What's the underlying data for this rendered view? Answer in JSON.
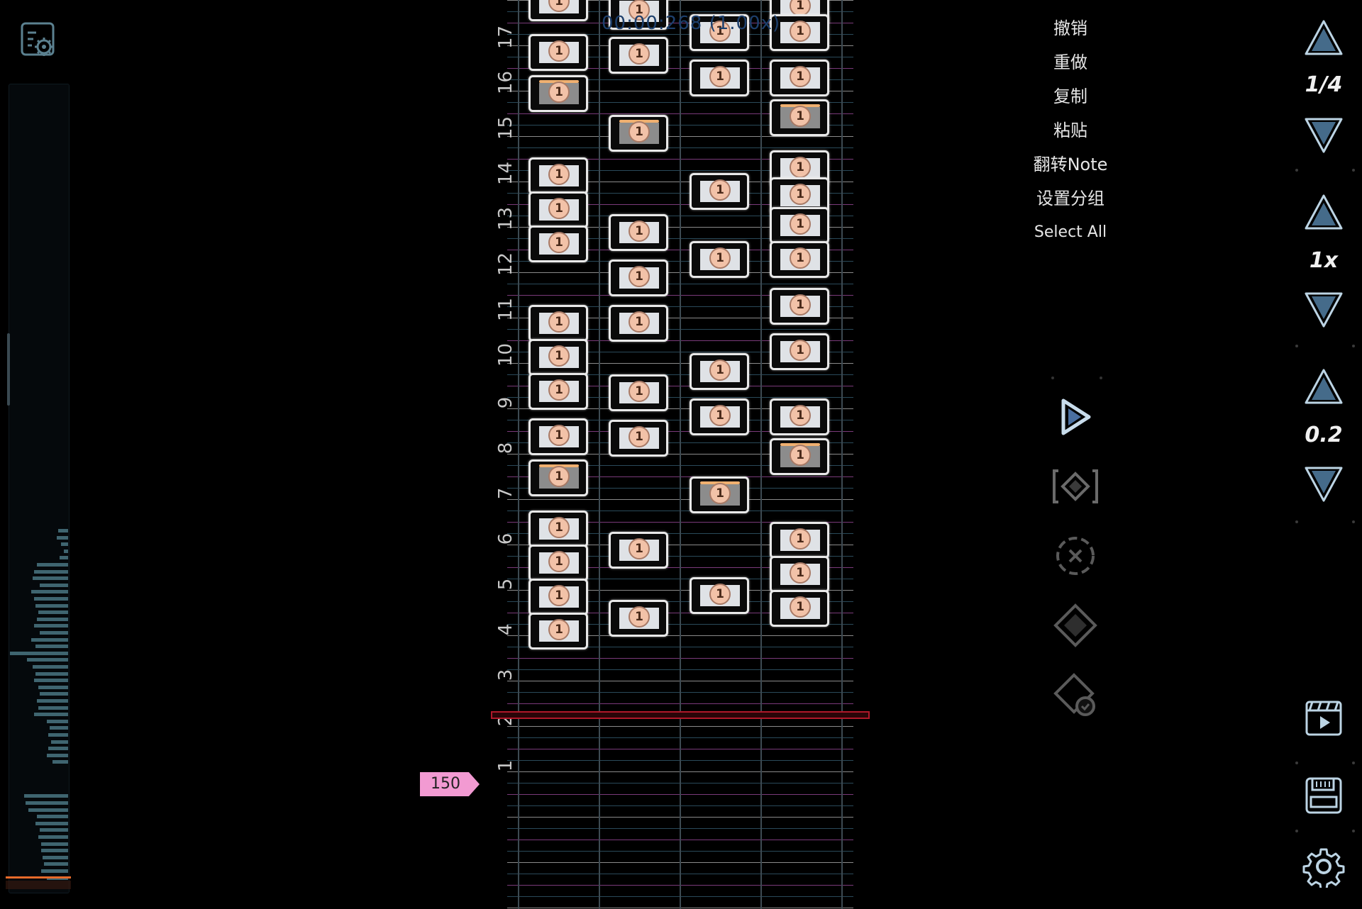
{
  "timecode": "00:00:268 (1.00x)",
  "bpm_tag": "150",
  "beat_numbers": [
    "17",
    "16",
    "15",
    "14",
    "13",
    "12",
    "11",
    "10",
    "9",
    "8",
    "7",
    "6",
    "5",
    "4",
    "3",
    "2",
    "1"
  ],
  "note_label": "1",
  "context_menu": {
    "items": [
      {
        "id": "undo",
        "label": "撤销"
      },
      {
        "id": "redo",
        "label": "重做"
      },
      {
        "id": "copy",
        "label": "复制"
      },
      {
        "id": "paste",
        "label": "粘贴"
      },
      {
        "id": "flip-note",
        "label": "翻转Note"
      },
      {
        "id": "set-group",
        "label": "设置分组"
      },
      {
        "id": "select-all",
        "label": "Select All"
      }
    ]
  },
  "right_controls": {
    "beat_division": "1/4",
    "playback_speed": "1x",
    "note_size": "0.2"
  },
  "colors": {
    "judge_line": "#b0182a",
    "bpm_tag": "#f29ad2",
    "note_border": "#e9e9e9",
    "note_coin": "#f2c2a8",
    "hold_bar": "#f0b070",
    "timecode": "#1d3f6c"
  },
  "icons": {
    "top_left": "chart-settings-icon",
    "tools": [
      "play-icon",
      "select-box-icon",
      "delete-icon",
      "tap-note-icon",
      "note-check-icon"
    ],
    "bottom_right": [
      "preview-video-icon",
      "save-icon",
      "settings-gear-icon"
    ]
  }
}
